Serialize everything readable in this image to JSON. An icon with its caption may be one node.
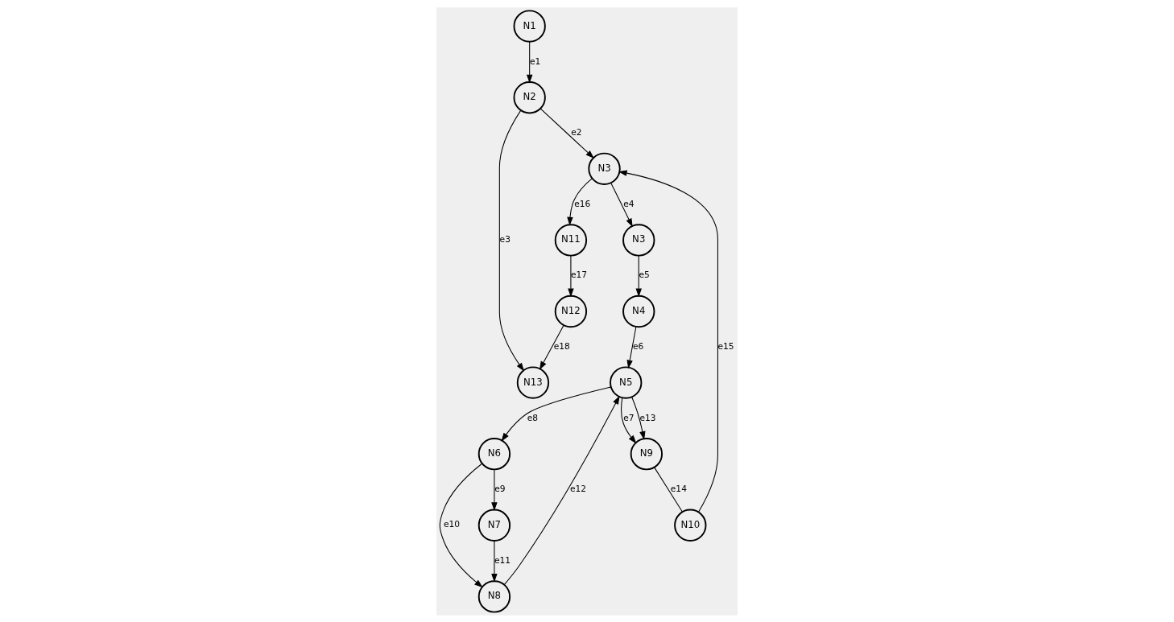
{
  "diagram": {
    "nodes": [
      {
        "text": [
          "N1"
        ]
      },
      {
        "text": [
          "N2"
        ]
      },
      {
        "text": [
          "N3"
        ]
      },
      {
        "text": [
          "N11"
        ]
      },
      {
        "text": [
          "N12"
        ]
      },
      {
        "text": [
          "N13"
        ]
      },
      {
        "text": [
          "N3"
        ]
      },
      {
        "text": [
          "N4"
        ]
      },
      {
        "text": [
          "N5"
        ]
      },
      {
        "text": [
          "N6"
        ]
      },
      {
        "text": [
          "N7"
        ]
      },
      {
        "text": [
          "N8"
        ]
      },
      {
        "text": [
          "N9"
        ]
      },
      {
        "text": [
          "N10"
        ]
      }
    ],
    "edges": [
      {
        "from": 0,
        "to": 1,
        "arrow": "to",
        "label": "e1"
      },
      {
        "from": 1,
        "to": 2,
        "arrow": "to",
        "label": "e2"
      },
      {
        "from": 1,
        "to": 5,
        "arrow": "to",
        "label": "e3"
      },
      {
        "from": 2,
        "to": 6,
        "arrow": "to",
        "label": "e4"
      },
      {
        "from": 6,
        "to": 7,
        "arrow": "to",
        "label": "e5"
      },
      {
        "from": 7,
        "to": 8,
        "arrow": "to",
        "label": "e6"
      },
      {
        "from": 8,
        "to": 12,
        "arrow": "to",
        "label": "e7"
      },
      {
        "from": 8,
        "to": 9,
        "arrow": "to",
        "label": "e8"
      },
      {
        "from": 9,
        "to": 10,
        "arrow": "to",
        "label": "e9"
      },
      {
        "from": 9,
        "to": 11,
        "arrow": "to",
        "label": "e10"
      },
      {
        "from": 10,
        "to": 11,
        "arrow": "to",
        "label": "e11"
      },
      {
        "from": 11,
        "to": 8,
        "arrow": "to",
        "label": "e12"
      },
      {
        "from": 8,
        "to": 12,
        "arrow": "to",
        "label": "e13"
      },
      {
        "from": 12,
        "to": 13,
        "arrow": "none",
        "label": "e14"
      },
      {
        "from": 13,
        "to": 2,
        "arrow": "to",
        "label": "e15"
      },
      {
        "from": 2,
        "to": 3,
        "arrow": "to",
        "label": "e16"
      },
      {
        "from": 3,
        "to": 4,
        "arrow": "to",
        "label": "e17"
      },
      {
        "from": 4,
        "to": 5,
        "arrow": "to",
        "label": "e18"
      }
    ]
  }
}
